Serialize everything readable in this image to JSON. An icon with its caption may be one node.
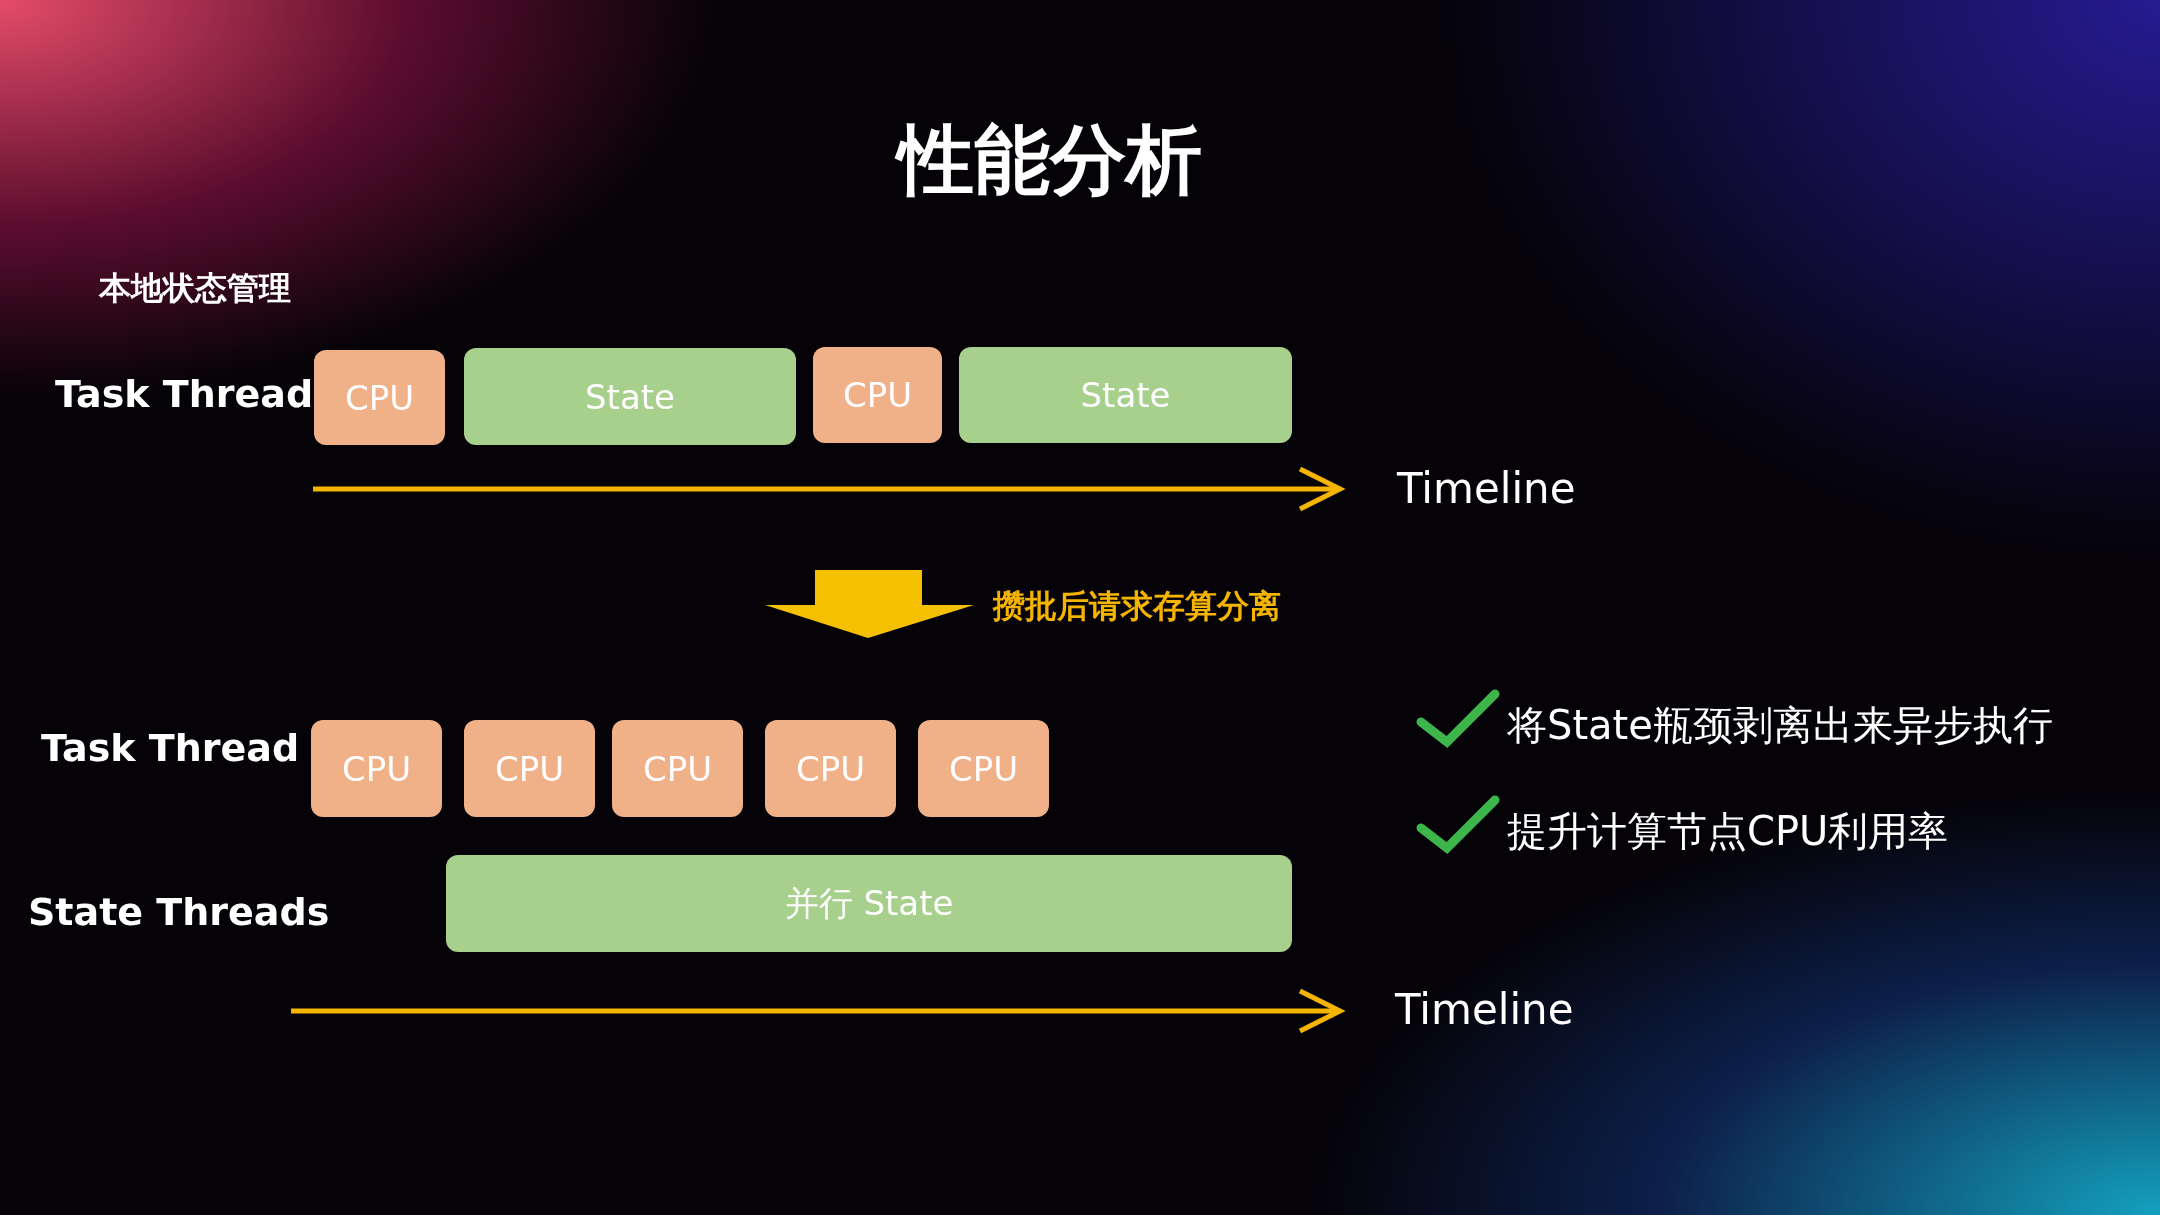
{
  "diagram": {
    "title": "性能分析",
    "nodes": [
      {
        "text": [
          "CPU"
        ]
      },
      {
        "text": [
          "State"
        ]
      },
      {
        "text": [
          "CPU"
        ]
      },
      {
        "text": [
          "State"
        ]
      },
      {
        "text": [
          "CPU"
        ]
      },
      {
        "text": [
          "CPU"
        ]
      },
      {
        "text": [
          "CPU"
        ]
      },
      {
        "text": [
          "CPU"
        ]
      },
      {
        "text": [
          "CPU"
        ]
      },
      {
        "text": [
          "并行 State"
        ]
      }
    ],
    "edges": [],
    "labels": [
      "本地状态管理",
      "Task Thread",
      "Timeline",
      "攒批后请求存算分离",
      "Task Thread",
      "State Threads",
      "Timeline",
      "将State瓶颈剥离出来异步执行",
      "提升计算节点CPU利用率"
    ]
  }
}
